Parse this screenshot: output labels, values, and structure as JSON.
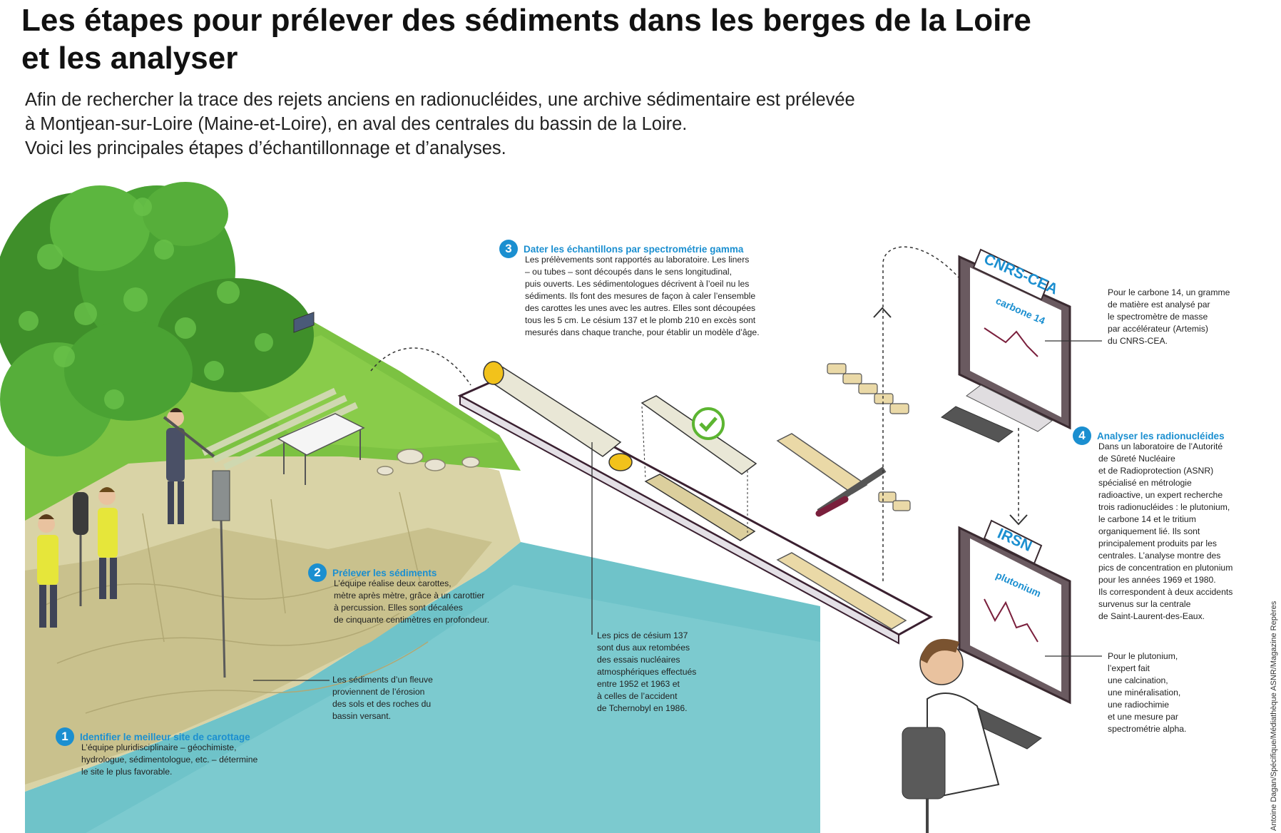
{
  "title": "Les étapes pour prélever des sédiments dans les berges de la Loire et les analyser",
  "intro": [
    "Afin de rechercher la trace des rejets anciens en radionucléides, une archive sédimentaire est prélevée",
    "à Montjean-sur-Loire (Maine-et-Loire), en aval des centrales du bassin de la Loire.",
    "Voici les principales étapes d’échantillonnage et d’analyses."
  ],
  "steps": [
    {
      "num": "1",
      "title": "Identifier le meilleur site de carottage",
      "text": "L’équipe pluridisciplinaire – géochimiste,\nhydrologue, sédimentologue, etc. – détermine\nle site le plus favorable."
    },
    {
      "num": "2",
      "title": "Prélever les sédiments",
      "text": "L’équipe réalise deux carottes,\nmètre après mètre,  grâce à un carottier\nà percussion. Elles sont décalées\nde cinquante centimètres en profondeur."
    },
    {
      "num": "3",
      "title": "Dater les échantillons par spectrométrie gamma",
      "text": "Les prélèvements sont rapportés au laboratoire. Les liners\n– ou tubes – sont découpés dans le sens longitudinal,\npuis ouverts. Les sédimentologues décrivent à l’oeil nu les\nsédiments. Ils font des mesures de façon à caler l’ensemble\ndes carottes les unes avec les autres. Elles sont découpées\ntous les 5 cm. Le césium 137 et le plomb 210 en excès sont\nmesurés dans chaque tranche, pour établir un modèle d’âge."
    },
    {
      "num": "4",
      "title": "Analyser les radionucléides",
      "text": "Dans un laboratoire de l’Autorité\nde Sûreté Nucléaire\net de Radioprotection (ASNR)\nspécialisé en métrologie\nradioactive, un expert recherche\ntrois radionucléides : le plutonium,\nle carbone 14 et le tritium\norganiquement lié. Ils sont\nprincipalement produits par les\ncentrales. L’analyse montre des\npics de concentration en plutonium\npour les années 1969 et 1980.\nIls correspondent à deux accidents\nsurvenus sur la centrale\nde Saint-Laurent-des-Eaux."
    }
  ],
  "notes": {
    "sediments": "Les sédiments d’un fleuve\nproviennent de l’érosion\ndes sols et des roches du\nbassin versant.",
    "cesium": "Les pics de césium 137\nsont dus aux retombées\ndes essais nucléaires\natmosphériques effectués\nentre 1952 et 1963 et\nà celles de l’accident\nde Tchernobyl en 1986.",
    "carbone": "Pour le carbone 14, un gramme\nde matière est analysé par\nle spectromètre de masse\npar accélérateur (Artemis)\ndu CNRS-CEA.",
    "plutonium": "Pour le plutonium,\nl’expert fait\nune calcination,\nune minéralisation,\nune radiochimie\net une mesure par\nspectrométrie alpha."
  },
  "monitors": {
    "top": {
      "brand": "CNRS-CEA",
      "screen": "carbone 14"
    },
    "bottom": {
      "brand": "IRSN",
      "screen": "plutonium"
    }
  },
  "credit": "Antoine Dagan/Spécifique/Médiathèque ASNR/Magazine Repères",
  "colors": {
    "accent": "#1b8fd0",
    "water": "#6fc3c9",
    "grass": "#7cc242",
    "bank": "#d9d3a6",
    "core_cap": "#f2c21b",
    "check": "#5cb531"
  }
}
